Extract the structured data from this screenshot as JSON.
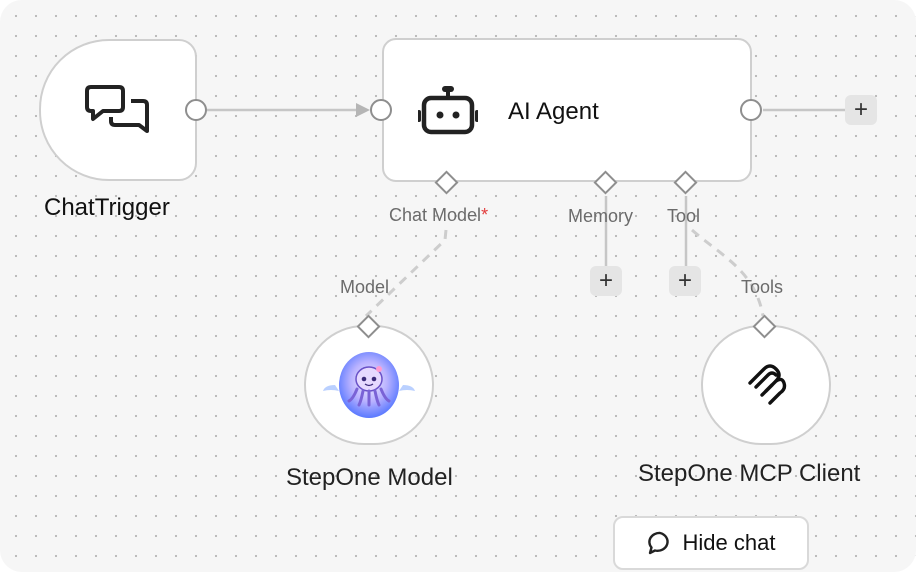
{
  "nodes": {
    "chat_trigger": {
      "title": "ChatTrigger",
      "icon": "chat-bubbles-icon"
    },
    "ai_agent": {
      "title": "AI Agent",
      "icon": "robot-icon",
      "ports": {
        "chat_model": "Chat Model",
        "chat_model_required": "*",
        "memory": "Memory",
        "tool": "Tool"
      }
    },
    "model": {
      "title": "StepOne Model",
      "port_label": "Model",
      "icon": "octopus-mascot-icon"
    },
    "mcp_client": {
      "title": "StepOne MCP Client",
      "port_label": "Tools",
      "icon": "mcp-logo-icon"
    }
  },
  "buttons": {
    "plus": "+",
    "hide_chat": "Hide chat"
  },
  "colors": {
    "canvas": "#f6f6f6",
    "node_border": "#cfcfcf",
    "wire": "#c6c6c6",
    "required": "#e23b3b"
  }
}
